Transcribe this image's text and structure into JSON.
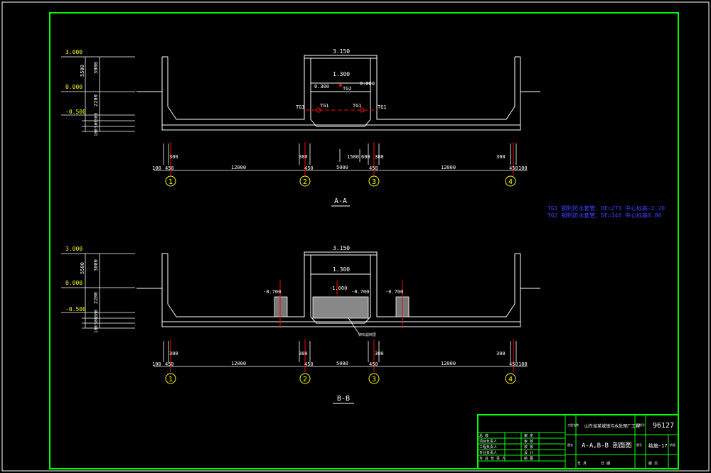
{
  "colors": {
    "background": "#000000",
    "frame": "#00ff00",
    "structure": "#ffffff",
    "axis_red": "#ff0000",
    "dimension": "#ffff00",
    "level": "#ffff00",
    "note": "#4040ff",
    "title_text": "#ffffff"
  },
  "section_aa": {
    "title": "A-A",
    "levels": [
      "3.000",
      "0.000",
      "-0.500"
    ],
    "left_dims": [
      "3000",
      "5500",
      "2200",
      "300",
      "500",
      "100"
    ],
    "top_level": "3.150",
    "inner_level": "1.300",
    "small_levels": [
      "0.300",
      "0.000"
    ],
    "pipe_labels": [
      "TG1",
      "TG1",
      "TG1",
      "TG1",
      "TG2"
    ],
    "bottom_dims": [
      "300",
      "300",
      "1500",
      "600",
      "300",
      "300"
    ],
    "axis_dims": [
      "100",
      "450",
      "12000",
      "450",
      "5000",
      "450",
      "12000",
      "450",
      "100"
    ],
    "axes": [
      "1",
      "2",
      "3",
      "4"
    ]
  },
  "section_bb": {
    "title": "B-B",
    "levels": [
      "3.000",
      "0.000",
      "-0.500"
    ],
    "left_dims": [
      "3000",
      "5500",
      "2200",
      "300",
      "500",
      "100"
    ],
    "top_level": "3.150",
    "inner_level": "1.300",
    "fill_levels": [
      "-0.700",
      "-1.000",
      "-0.700",
      "-0.700"
    ],
    "callout": "卵石滤料层",
    "bottom_dims": [
      "300",
      "300",
      "300",
      "300"
    ],
    "axis_dims": [
      "100",
      "450",
      "12000",
      "450",
      "5000",
      "450",
      "12000",
      "450",
      "100"
    ],
    "axes": [
      "1",
      "2",
      "3",
      "4"
    ]
  },
  "notes": [
    "TG1 钢制防水套管，DE=273 中心标高-2.20",
    "TG2 钢制防水套管，DE=140 中心标高0.80"
  ],
  "title_block": {
    "project": "山东省某城镇污水处理厂工程",
    "drawing": "A-A,B-B 剖面图",
    "project_no": "96127",
    "drawing_no": "结施-17",
    "left_rows": [
      [
        "总 核",
        "",
        "审 定",
        ""
      ],
      [
        "项目负责人",
        "",
        "审 核",
        ""
      ],
      [
        "工程负责人",
        "",
        "校 核",
        ""
      ],
      [
        "专业负责人",
        "",
        "设 计",
        ""
      ],
      [
        "专 业 负 责 人",
        "",
        "绘 图",
        ""
      ]
    ],
    "side_labels": [
      "工程名称",
      "图名",
      "工程号",
      "图号",
      "阶段"
    ],
    "footer": [
      "年 月",
      "日 期",
      "版 次"
    ]
  }
}
